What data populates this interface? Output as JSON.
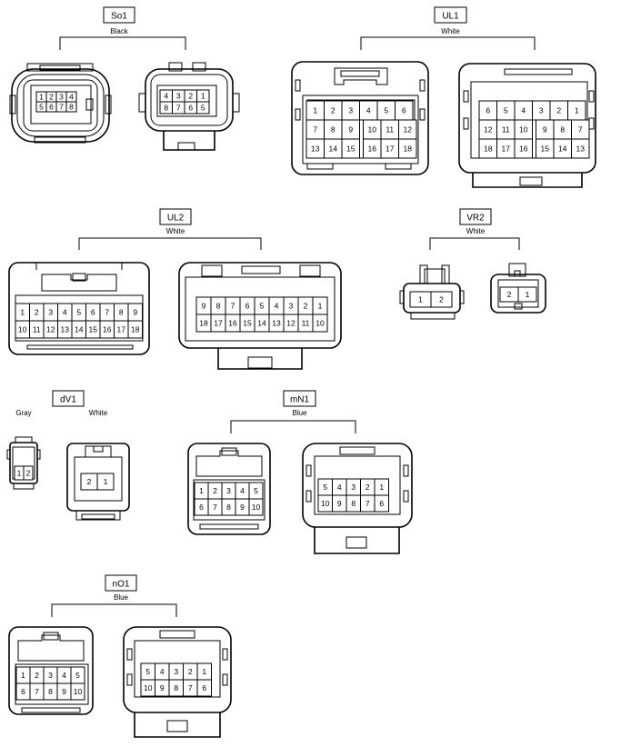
{
  "connectors": [
    {
      "id": "so1",
      "label": "So1",
      "color": "Black",
      "faces": [
        {
          "rows": [
            [
              "1",
              "2",
              "3",
              "4"
            ],
            [
              "5",
              "6",
              "7",
              "8"
            ]
          ]
        },
        {
          "rows": [
            [
              "4",
              "3",
              "2",
              "1"
            ],
            [
              "8",
              "7",
              "6",
              "5"
            ]
          ]
        }
      ]
    },
    {
      "id": "ul1",
      "label": "UL1",
      "color": "White",
      "faces": [
        {
          "rows": [
            [
              "1",
              "2",
              "3",
              "4",
              "5",
              "6"
            ],
            [
              "7",
              "8",
              "9",
              "",
              "10",
              "11",
              "12"
            ],
            [
              "13",
              "14",
              "15",
              "",
              "16",
              "17",
              "18"
            ]
          ]
        },
        {
          "rows": [
            [
              "6",
              "5",
              "4",
              "3",
              "2",
              "1"
            ],
            [
              "12",
              "11",
              "10",
              "",
              "9",
              "8",
              "7"
            ],
            [
              "18",
              "17",
              "16",
              "",
              "15",
              "14",
              "13"
            ]
          ]
        }
      ]
    },
    {
      "id": "ul2",
      "label": "UL2",
      "color": "White",
      "faces": [
        {
          "rows": [
            [
              "1",
              "2",
              "3",
              "4",
              "5",
              "6",
              "7",
              "8",
              "9"
            ],
            [
              "10",
              "11",
              "12",
              "13",
              "14",
              "15",
              "16",
              "17",
              "18"
            ]
          ]
        },
        {
          "rows": [
            [
              "9",
              "8",
              "7",
              "6",
              "5",
              "4",
              "3",
              "2",
              "1"
            ],
            [
              "18",
              "17",
              "16",
              "15",
              "14",
              "13",
              "12",
              "11",
              "10"
            ]
          ]
        }
      ]
    },
    {
      "id": "vr2",
      "label": "VR2",
      "color": "White",
      "faces": [
        {
          "rows": [
            [
              "1",
              "2"
            ]
          ]
        },
        {
          "rows": [
            [
              "2",
              "1"
            ]
          ]
        }
      ]
    },
    {
      "id": "dv1",
      "label": "dV1",
      "color_left": "Gray",
      "color_right": "White",
      "faces": [
        {
          "rows": [
            [
              "1",
              "2"
            ]
          ]
        },
        {
          "rows": [
            [
              "2",
              "1"
            ]
          ]
        }
      ]
    },
    {
      "id": "mn1",
      "label": "mN1",
      "color": "Blue",
      "faces": [
        {
          "rows": [
            [
              "1",
              "2",
              "3",
              "4",
              "5"
            ],
            [
              "6",
              "7",
              "8",
              "9",
              "10"
            ]
          ]
        },
        {
          "rows": [
            [
              "5",
              "4",
              "3",
              "2",
              "1"
            ],
            [
              "10",
              "9",
              "8",
              "7",
              "6"
            ]
          ]
        }
      ]
    },
    {
      "id": "no1",
      "label": "nO1",
      "color": "Blue",
      "faces": [
        {
          "rows": [
            [
              "1",
              "2",
              "3",
              "4",
              "5"
            ],
            [
              "6",
              "7",
              "8",
              "9",
              "10"
            ]
          ]
        },
        {
          "rows": [
            [
              "5",
              "4",
              "3",
              "2",
              "1"
            ],
            [
              "10",
              "9",
              "8",
              "7",
              "6"
            ]
          ]
        }
      ]
    }
  ]
}
